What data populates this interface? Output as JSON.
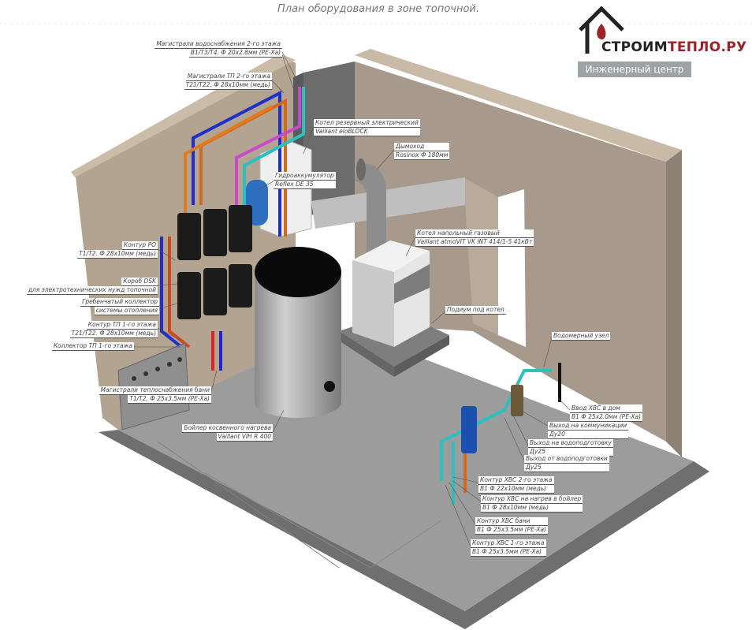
{
  "title": "План оборудования в зоне топочной.",
  "logo": {
    "brand_dark": "СТРОИМ",
    "brand_red": "ТЕПЛО.РУ",
    "subtitle": "Инженерный центр",
    "accent": "#9b2226"
  },
  "labels": [
    {
      "l1": "Магистрали водоснабжения 2-го этажа",
      "l2": "В1/Т3/Т4. Ф 20х2.8мм (PE-Xa)"
    },
    {
      "l1": "Магистрали ТП 2-го этажа",
      "l2": "Т21/Т22. Ф 28х10мм (медь)"
    },
    {
      "l1": "Котел резервный электрический",
      "l2": "Vaillant eloBLOCK"
    },
    {
      "l1": "Гидроаккумулятор",
      "l2": "Reflex DE 35"
    },
    {
      "l1": "Дымоход",
      "l2": "Rosinox Ф 180мм"
    },
    {
      "l1": "Котел напольный газовый",
      "l2": "Vaillant atmoVIT VK INT 414/1-5 41кВт"
    },
    {
      "l1": "Подиум под котел"
    },
    {
      "l1": "Контур РО",
      "l2": "Т1/Т2. Ф 28х10мм (медь)"
    },
    {
      "l1": "Короб DSK",
      "l2": "для электротехнических нужд топочной"
    },
    {
      "l1": "Гребенчатый коллектор",
      "l2": "системы отопления"
    },
    {
      "l1": "Контур ТП 1-го этажа",
      "l2": "Т21/Т22. Ф 28х10мм (медь)"
    },
    {
      "l1": "Коллектор ТП 1-го этажа"
    },
    {
      "l1": "Магистрали теплоснабжения бани",
      "l2": "Т1/Т2. Ф 25х3.5мм (PE-Xa)"
    },
    {
      "l1": "Бойлер косвенного нагрева",
      "l2": "Vaillant VIH R 400"
    },
    {
      "l1": "Водомерный узел"
    },
    {
      "l1": "Ввод ХВС в дом",
      "l2": "В1 Ф 25х2.0мм (PE-Xa)"
    },
    {
      "l1": "Выход на коммуникации",
      "l2": "Ду20"
    },
    {
      "l1": "Выход на водоподготовку",
      "l2": "Ду25"
    },
    {
      "l1": "Выход от водоподготовки",
      "l2": "Ду25"
    },
    {
      "l1": "Контур ХВС 2-го этажа",
      "l2": "В1 Ф 22х10мм (медь)"
    },
    {
      "l1": "Контур ХВС на нагрев в бойлер",
      "l2": "В1 Ф 28х10мм (медь)"
    },
    {
      "l1": "Контур ХВС бани",
      "l2": "В1 Ф 25х3.5мм (PE-Xa)"
    },
    {
      "l1": "Контур ХВС 1-го этажа",
      "l2": "В1 Ф 25х3.5мм (PE-Xa)"
    }
  ]
}
